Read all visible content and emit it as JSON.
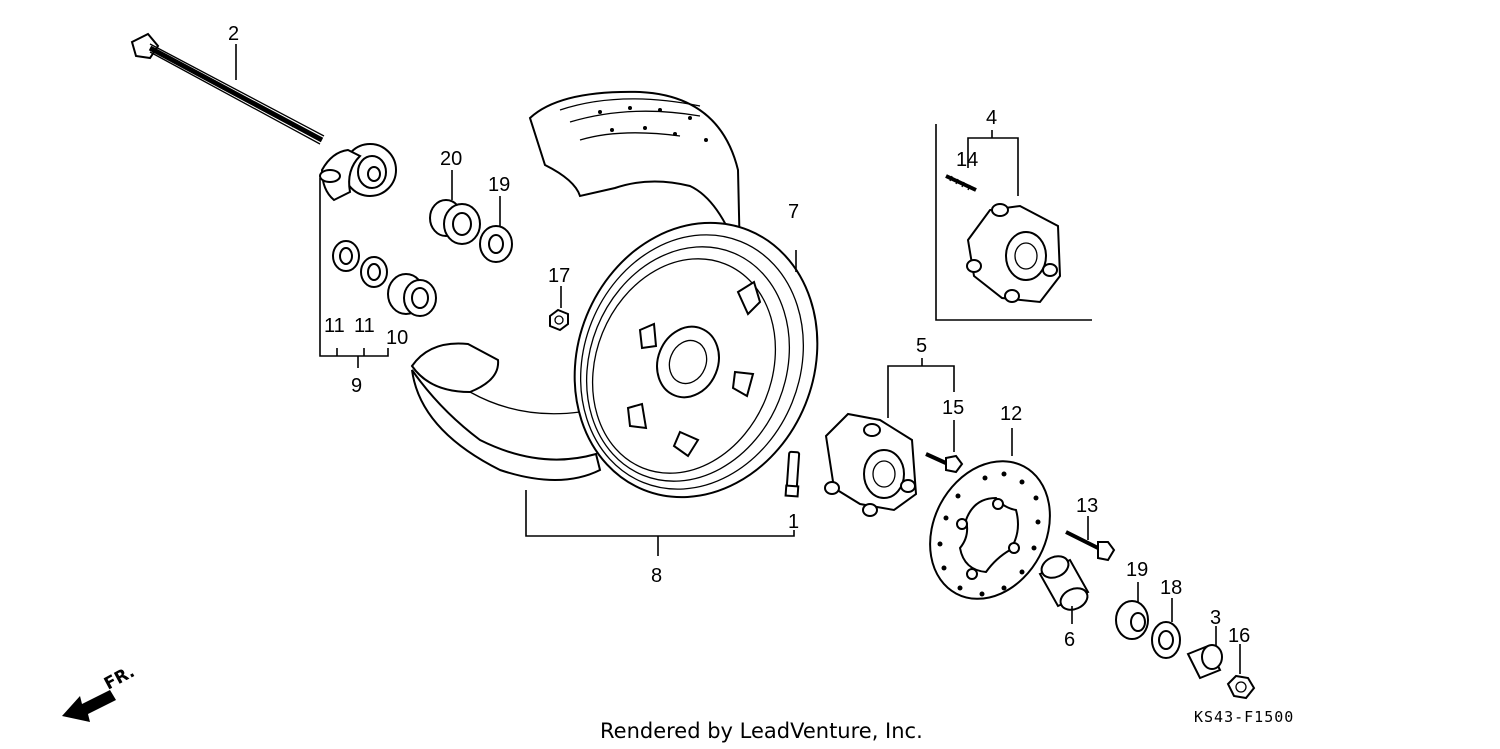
{
  "callouts": {
    "c1": "1",
    "c2": "2",
    "c3": "3",
    "c4": "4",
    "c5": "5",
    "c6": "6",
    "c7": "7",
    "c8": "8",
    "c9": "9",
    "c10": "10",
    "c11a": "11",
    "c11b": "11",
    "c12": "12",
    "c13": "13",
    "c14": "14",
    "c15": "15",
    "c16": "16",
    "c17": "17",
    "c18": "18",
    "c19a": "19",
    "c19b": "19",
    "c20": "20"
  },
  "direction_label": "FR.",
  "credit": "Rendered by LeadVenture, Inc.",
  "diagram_code": "KS43-F1500"
}
